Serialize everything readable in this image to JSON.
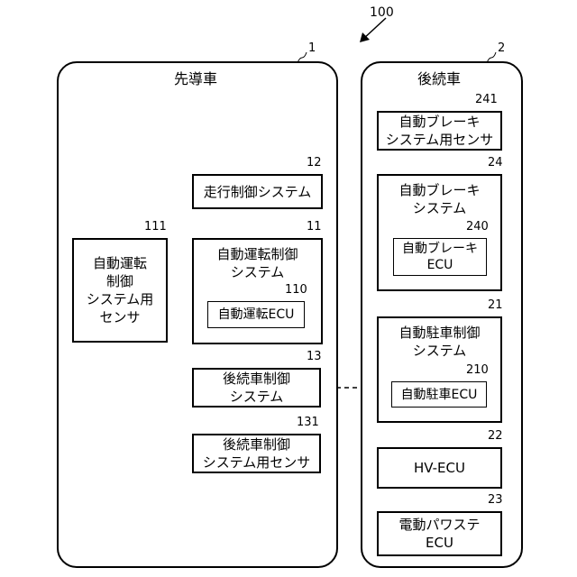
{
  "ref_system": "100",
  "leading_vehicle": {
    "ref": "1",
    "title": "先導車",
    "sensor": {
      "ref": "111",
      "label": "自動運転\n制御\nシステム用\nセンサ"
    },
    "travel_control": {
      "ref": "12",
      "label": "走行制御システム"
    },
    "autodrive_system": {
      "ref": "11",
      "label": "自動運転制御\nシステム"
    },
    "autodrive_ecu": {
      "ref": "110",
      "label": "自動運転ECU"
    },
    "follower_control": {
      "ref": "13",
      "label": "後続車制御\nシステム"
    },
    "follower_sensor": {
      "ref": "131",
      "label": "後続車制御\nシステム用センサ"
    }
  },
  "following_vehicle": {
    "ref": "2",
    "title": "後続車",
    "brake_sensor": {
      "ref": "241",
      "label": "自動ブレーキ\nシステム用センサ"
    },
    "brake_system": {
      "ref": "24",
      "label": "自動ブレーキ\nシステム"
    },
    "brake_ecu": {
      "ref": "240",
      "label": "自動ブレーキ\nECU"
    },
    "parking_system": {
      "ref": "21",
      "label": "自動駐車制御\nシステム"
    },
    "parking_ecu": {
      "ref": "210",
      "label": "自動駐車ECU"
    },
    "hv_ecu": {
      "ref": "22",
      "label": "HV-ECU"
    },
    "eps_ecu": {
      "ref": "23",
      "label": "電動パワステ\nECU"
    }
  }
}
